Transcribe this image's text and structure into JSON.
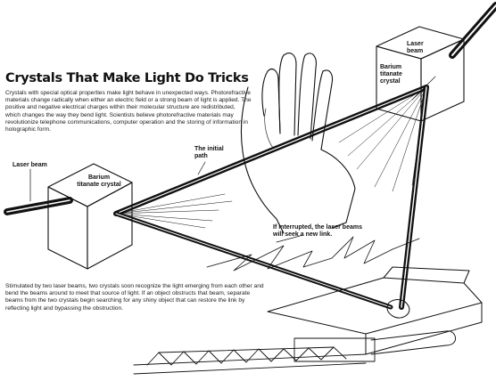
{
  "title": "Crystals That Make Light Do Tricks",
  "intro": "Crystals with special optical properties make light behave in unexpected ways. Photorefractive materials change radically when either an electric field or a strong beam of light is applied. The positive and negative electrical charges within their molecular structure are redistributed, which changes the way they bend light. Scientists believe photorefractive materials may revolutionize telephone communications, computer operation and the storing of information in holographic form.",
  "caption": "Stimulated by two laser beams, two crystals soon recognize the light emerging from each other and bend the beams around to meet that source of light. If an object obstructs that beam, separate beams from the two crystals begin searching for any shiny object that can restore the link by reflecting light and bypassing the obstruction.",
  "labels": {
    "laser_beam_left": "Laser beam",
    "crystal_left": "Barium titanate crystal",
    "initial_path": "The initial path",
    "laser_beam_right": "Laser beam",
    "crystal_right": "Barium titanate crystal",
    "interrupted": "If interrupted, the laser beams will seek a new link."
  },
  "colors": {
    "ink": "#111111",
    "paper": "#ffffff"
  }
}
